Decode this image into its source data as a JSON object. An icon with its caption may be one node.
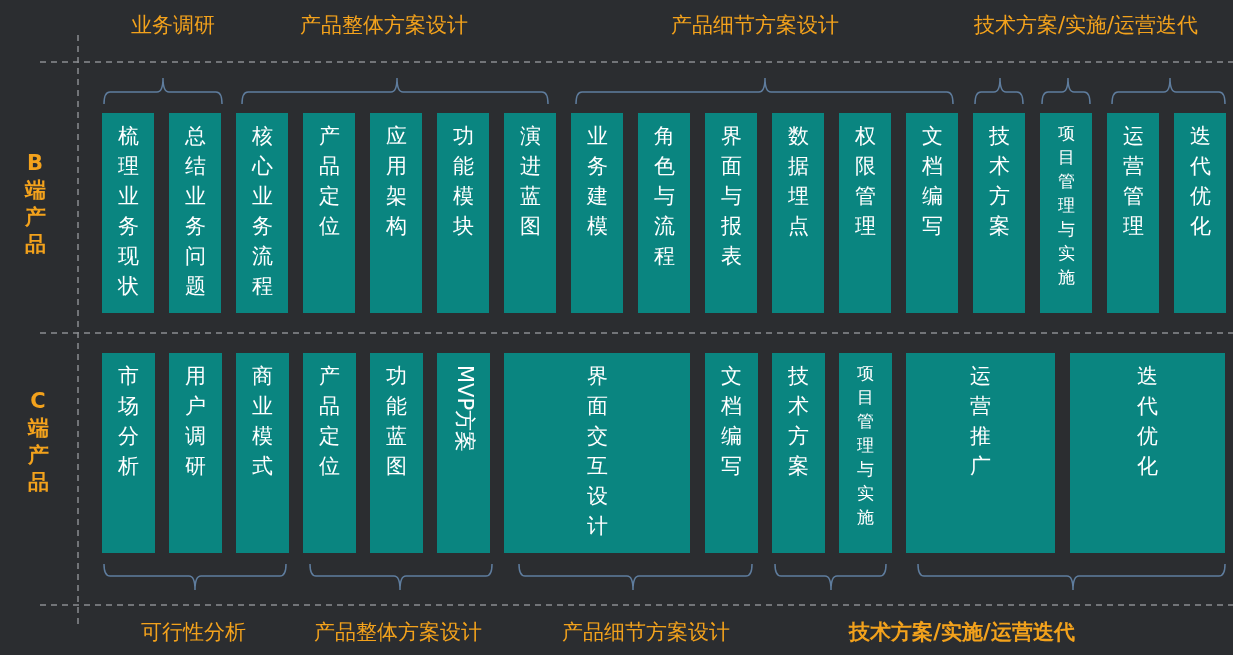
{
  "diagram": {
    "nodes": [
      {
        "text": [
          "梳理业务现状"
        ]
      },
      {
        "text": [
          "总结业务问题"
        ]
      },
      {
        "text": [
          "核心业务流程"
        ]
      },
      {
        "text": [
          "产品定位"
        ]
      },
      {
        "text": [
          "应用架构"
        ]
      },
      {
        "text": [
          "功能模块"
        ]
      },
      {
        "text": [
          "演进蓝图"
        ]
      },
      {
        "text": [
          "业务建模"
        ]
      },
      {
        "text": [
          "角色与流程"
        ]
      },
      {
        "text": [
          "界面与报表"
        ]
      },
      {
        "text": [
          "数据埋点"
        ]
      },
      {
        "text": [
          "权限管理"
        ]
      },
      {
        "text": [
          "文档编写"
        ]
      },
      {
        "text": [
          "技术方案"
        ]
      },
      {
        "text": [
          "项目管理与实施"
        ]
      },
      {
        "text": [
          "运营管理"
        ]
      },
      {
        "text": [
          "迭代优化"
        ]
      },
      {
        "text": [
          "市场分析"
        ]
      },
      {
        "text": [
          "用户调研"
        ]
      },
      {
        "text": [
          "商业模式"
        ]
      },
      {
        "text": [
          "产品定位"
        ]
      },
      {
        "text": [
          "功能蓝图"
        ]
      },
      {
        "text": [
          "MVP方案"
        ]
      },
      {
        "text": [
          "界面交互设计"
        ]
      },
      {
        "text": [
          "文档编写"
        ]
      },
      {
        "text": [
          "技术方案"
        ]
      },
      {
        "text": [
          "项目管理与实施"
        ]
      },
      {
        "text": [
          "运营推广"
        ]
      },
      {
        "text": [
          "迭代优化"
        ]
      }
    ],
    "labels": [
      "业务调研",
      "产品整体方案设计",
      "产品细节方案设计",
      "技术方案/实施/运营迭代",
      "B端产品",
      "C端产品",
      "可行性分析",
      "产品整体方案设计",
      "产品细节方案设计",
      "技术方案/实施/运营迭代"
    ]
  }
}
